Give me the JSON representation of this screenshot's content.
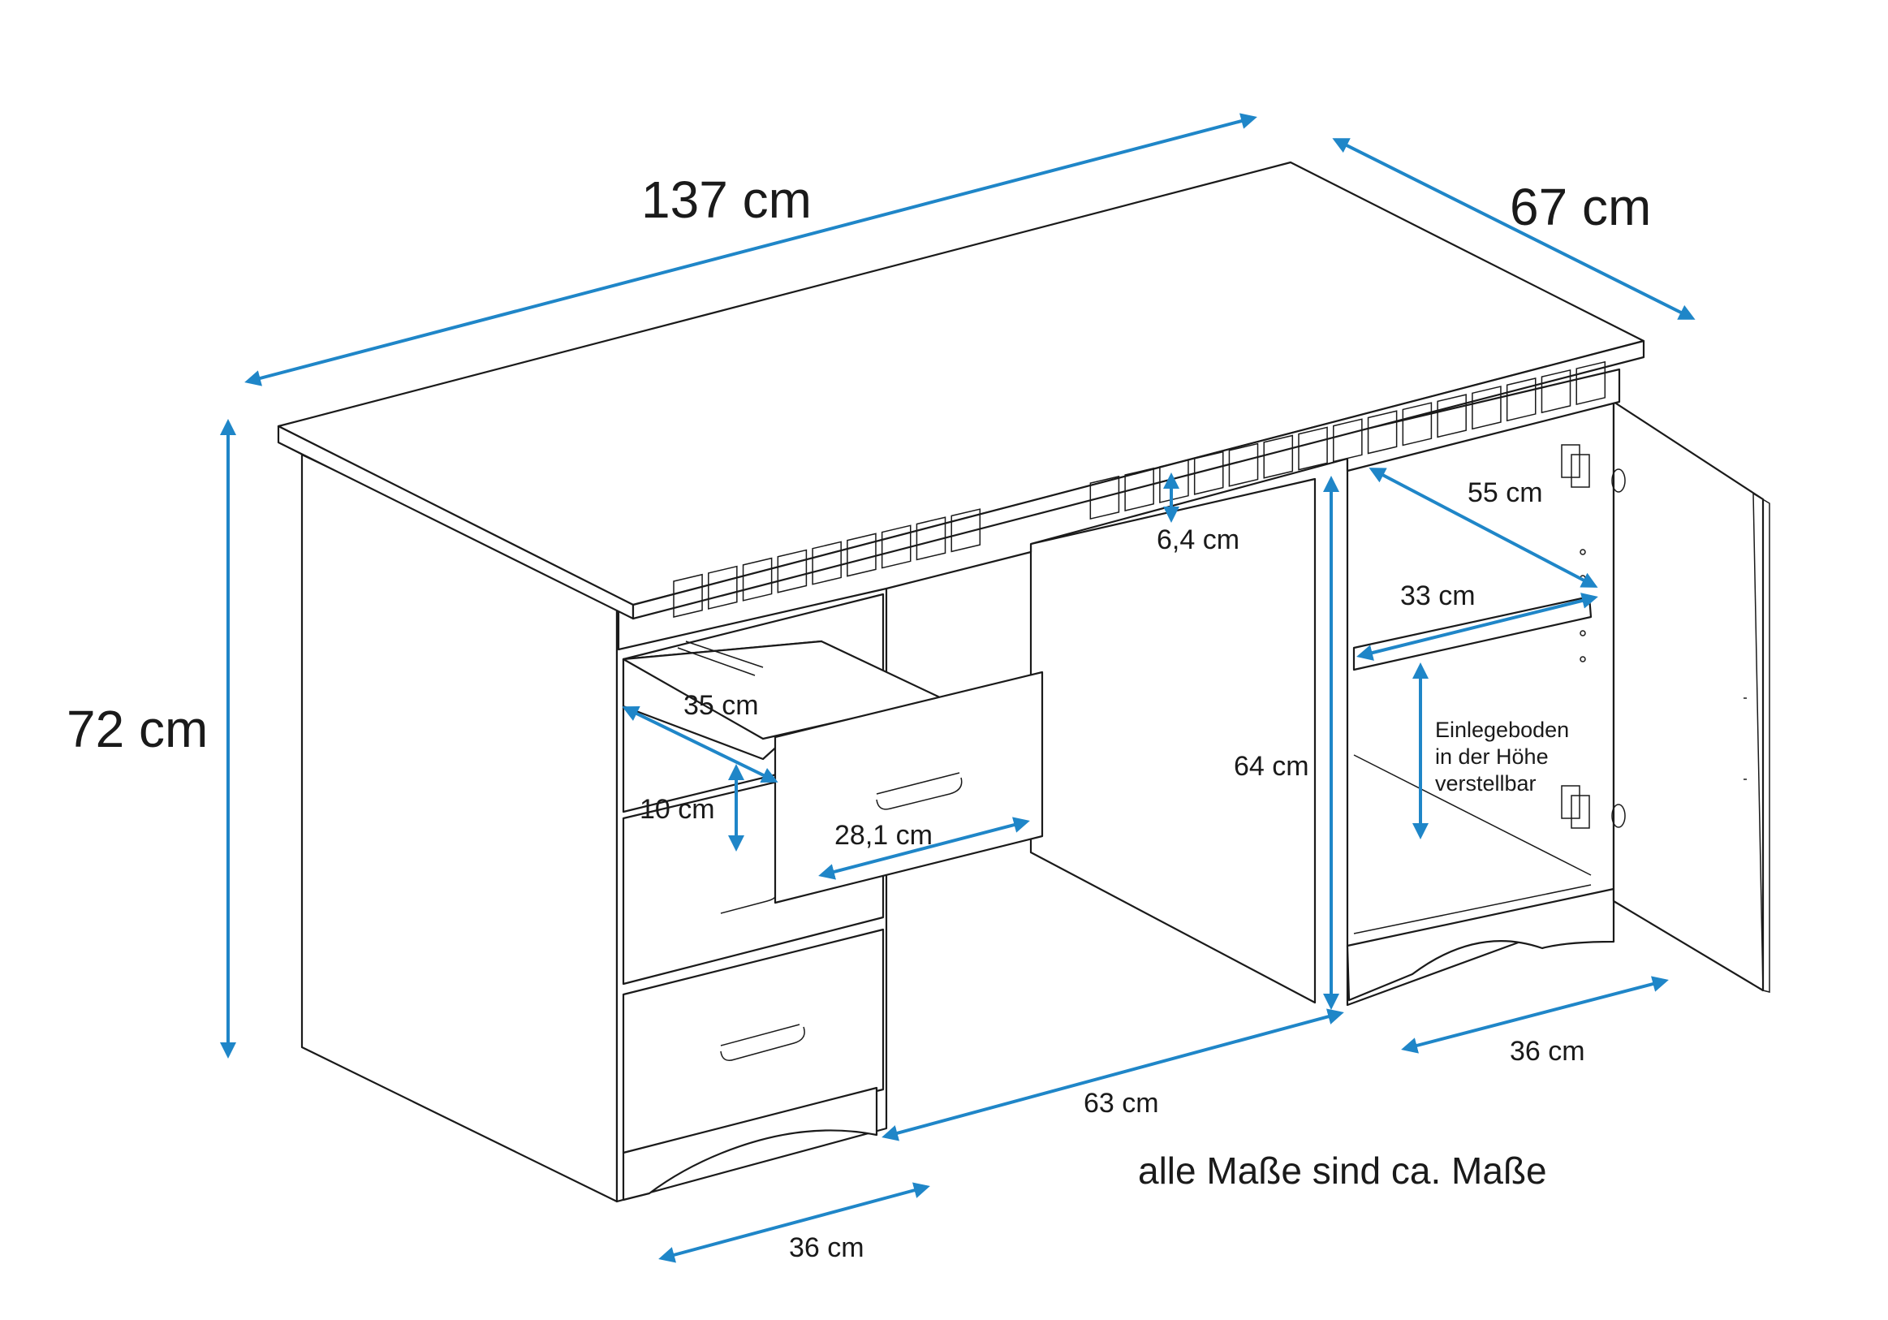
{
  "dimensions": {
    "width": "137 cm",
    "depth": "67 cm",
    "height": "72 cm",
    "apron": "6,4 cm",
    "cabinet_depth": "55 cm",
    "shelf_depth": "33 cm",
    "inner_height": "64 cm",
    "drawer_depth": "35 cm",
    "drawer_height": "10 cm",
    "drawer_width": "28,1 cm",
    "legroom_width": "63 cm",
    "left_pedestal_width": "36 cm",
    "right_pedestal_width": "36 cm"
  },
  "shelf_note": [
    "Einlegeboden",
    "in der Höhe",
    "verstellbar"
  ],
  "footnote": "alle Maße sind ca. Maße",
  "colors": {
    "dimension_arrow": "#1f86c8",
    "outline": "#1a1a1a"
  }
}
